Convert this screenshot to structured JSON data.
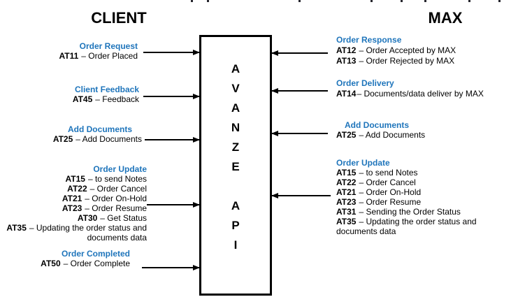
{
  "headings": {
    "client": "CLIENT",
    "max": "MAX"
  },
  "api_box": {
    "top_letters": [
      "A",
      "V",
      "A",
      "N",
      "Z",
      "E"
    ],
    "bottom_letters": [
      "A",
      "P",
      "I"
    ]
  },
  "colors": {
    "title_blue": "#1F75BB",
    "text_black": "#000000",
    "box_border": "#000000"
  },
  "client_groups": [
    {
      "title": "Order Request",
      "items": [
        {
          "code": "AT11",
          "desc": "– Order Placed"
        }
      ]
    },
    {
      "title": "Client Feedback",
      "items": [
        {
          "code": "AT45",
          "desc": "– Feedback"
        }
      ]
    },
    {
      "title": "Add Documents",
      "items": [
        {
          "code": "AT25",
          "desc": "– Add Documents"
        }
      ]
    },
    {
      "title": "Order Update",
      "items": [
        {
          "code": "AT15",
          "desc": "– to send Notes"
        },
        {
          "code": "AT22",
          "desc": "– Order Cancel"
        },
        {
          "code": "AT21",
          "desc": "– Order On-Hold"
        },
        {
          "code": "AT23",
          "desc": "– Order Resume"
        },
        {
          "code": "AT30",
          "desc": "– Get Status"
        },
        {
          "code": "AT35",
          "desc": "– Updating the order status and documents data"
        }
      ]
    },
    {
      "title": "Order Completed",
      "items": [
        {
          "code": "AT50",
          "desc": "– Order Complete"
        }
      ]
    }
  ],
  "max_groups": [
    {
      "title": "Order Response",
      "items": [
        {
          "code": "AT12",
          "desc": "– Order Accepted by MAX"
        },
        {
          "code": "AT13",
          "desc": "– Order Rejected by MAX"
        }
      ]
    },
    {
      "title": "Order Delivery",
      "items": [
        {
          "code": "AT14",
          "desc": "– Documents/data deliver by MAX"
        }
      ]
    },
    {
      "title": "Add Documents",
      "items": [
        {
          "code": "AT25",
          "desc": "– Add Documents"
        }
      ]
    },
    {
      "title": "Order Update",
      "items": [
        {
          "code": "AT15",
          "desc": "– to send Notes"
        },
        {
          "code": "AT22",
          "desc": "– Order Cancel"
        },
        {
          "code": "AT21",
          "desc": "– Order On-Hold"
        },
        {
          "code": "AT23",
          "desc": "– Order Resume"
        },
        {
          "code": "AT31",
          "desc": "– Sending the Order Status"
        },
        {
          "code": "AT35",
          "desc": "– Updating the order status and documents data"
        }
      ]
    }
  ]
}
